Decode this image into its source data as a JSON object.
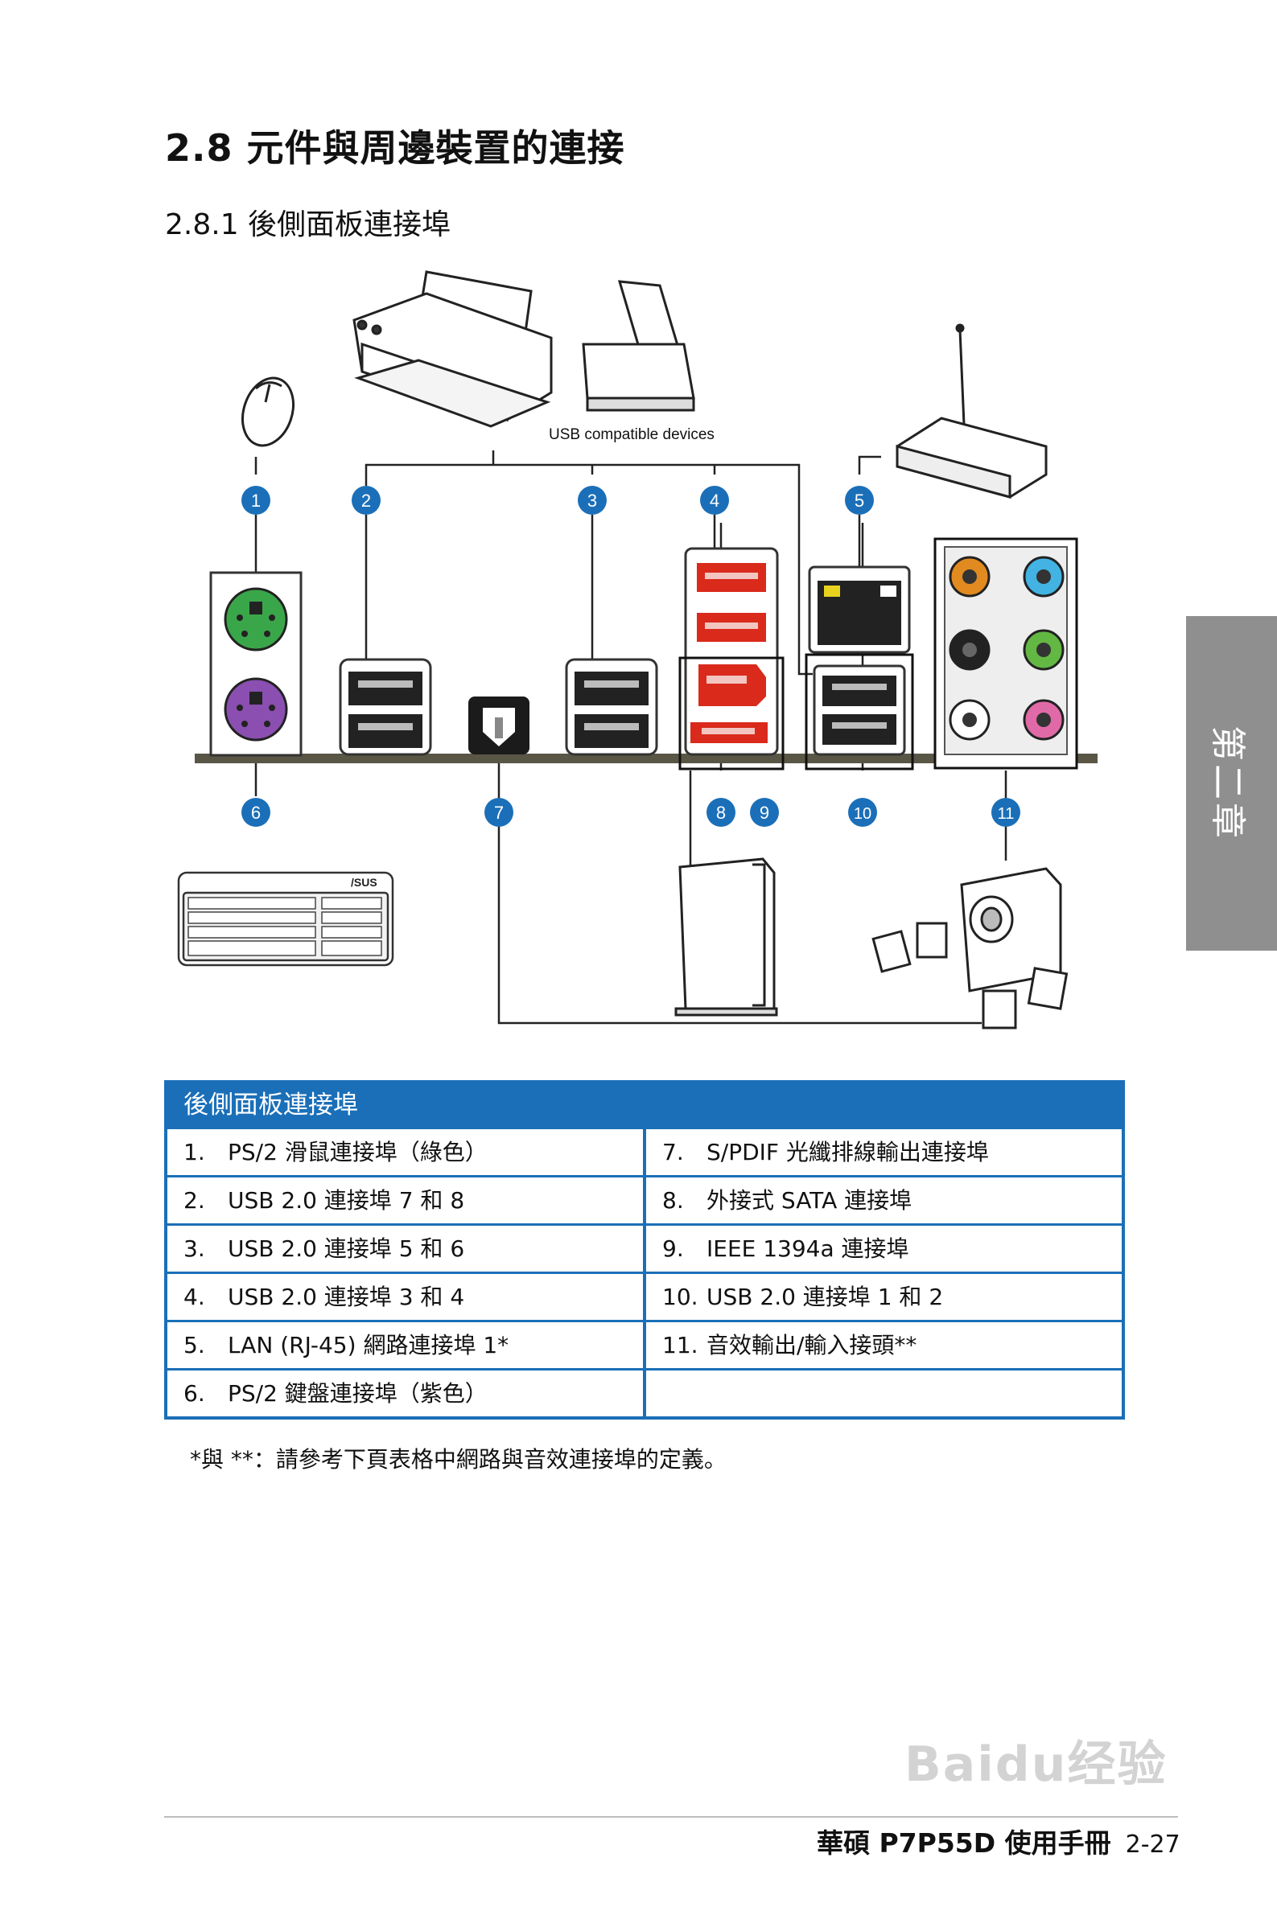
{
  "heading": "2.8 元件與周邊裝置的連接",
  "subheading": "2.8.1 後側面板連接埠",
  "diagram": {
    "usb_devices_label": "USB compatible devices",
    "callouts": [
      "1",
      "2",
      "3",
      "4",
      "5",
      "6",
      "7",
      "8",
      "9",
      "10",
      "11"
    ],
    "keyboard_brand": "/SUS"
  },
  "table": {
    "title": "後側面板連接埠",
    "rows": [
      {
        "left": {
          "num": "1.",
          "text": "PS/2 滑鼠連接埠（綠色）"
        },
        "right": {
          "num": "7.",
          "text": "S/PDIF 光纖排線輸出連接埠"
        }
      },
      {
        "left": {
          "num": "2.",
          "text": "USB 2.0 連接埠 7 和 8"
        },
        "right": {
          "num": "8.",
          "text": "外接式 SATA 連接埠"
        }
      },
      {
        "left": {
          "num": "3.",
          "text": "USB 2.0 連接埠 5 和 6"
        },
        "right": {
          "num": "9.",
          "text": "IEEE 1394a 連接埠"
        }
      },
      {
        "left": {
          "num": "4.",
          "text": "USB 2.0 連接埠 3 和 4"
        },
        "right": {
          "num": "10.",
          "text": "USB 2.0 連接埠 1 和 2"
        }
      },
      {
        "left": {
          "num": "5.",
          "text": "LAN (RJ-45) 網路連接埠 1*"
        },
        "right": {
          "num": "11.",
          "text": "音效輸出/輸入接頭**"
        }
      },
      {
        "left": {
          "num": "6.",
          "text": "PS/2 鍵盤連接埠（紫色）"
        },
        "right": {
          "num": "",
          "text": ""
        }
      }
    ]
  },
  "note": "*與 **：請參考下頁表格中網路與音效連接埠的定義。",
  "footer": {
    "title": "華碩 P7P55D 使用手冊",
    "page": "2-27"
  },
  "side_tab": "第二章",
  "watermark": "Baidu经验",
  "colors": {
    "accent_blue": "#1b6fb8",
    "callout_blue": "#1b6fb8",
    "ps2_mouse": "#3aa64a",
    "ps2_keyboard": "#8a4fb0",
    "usb3_red": "#d92a1c",
    "tab_gray": "#8f8f8f"
  }
}
